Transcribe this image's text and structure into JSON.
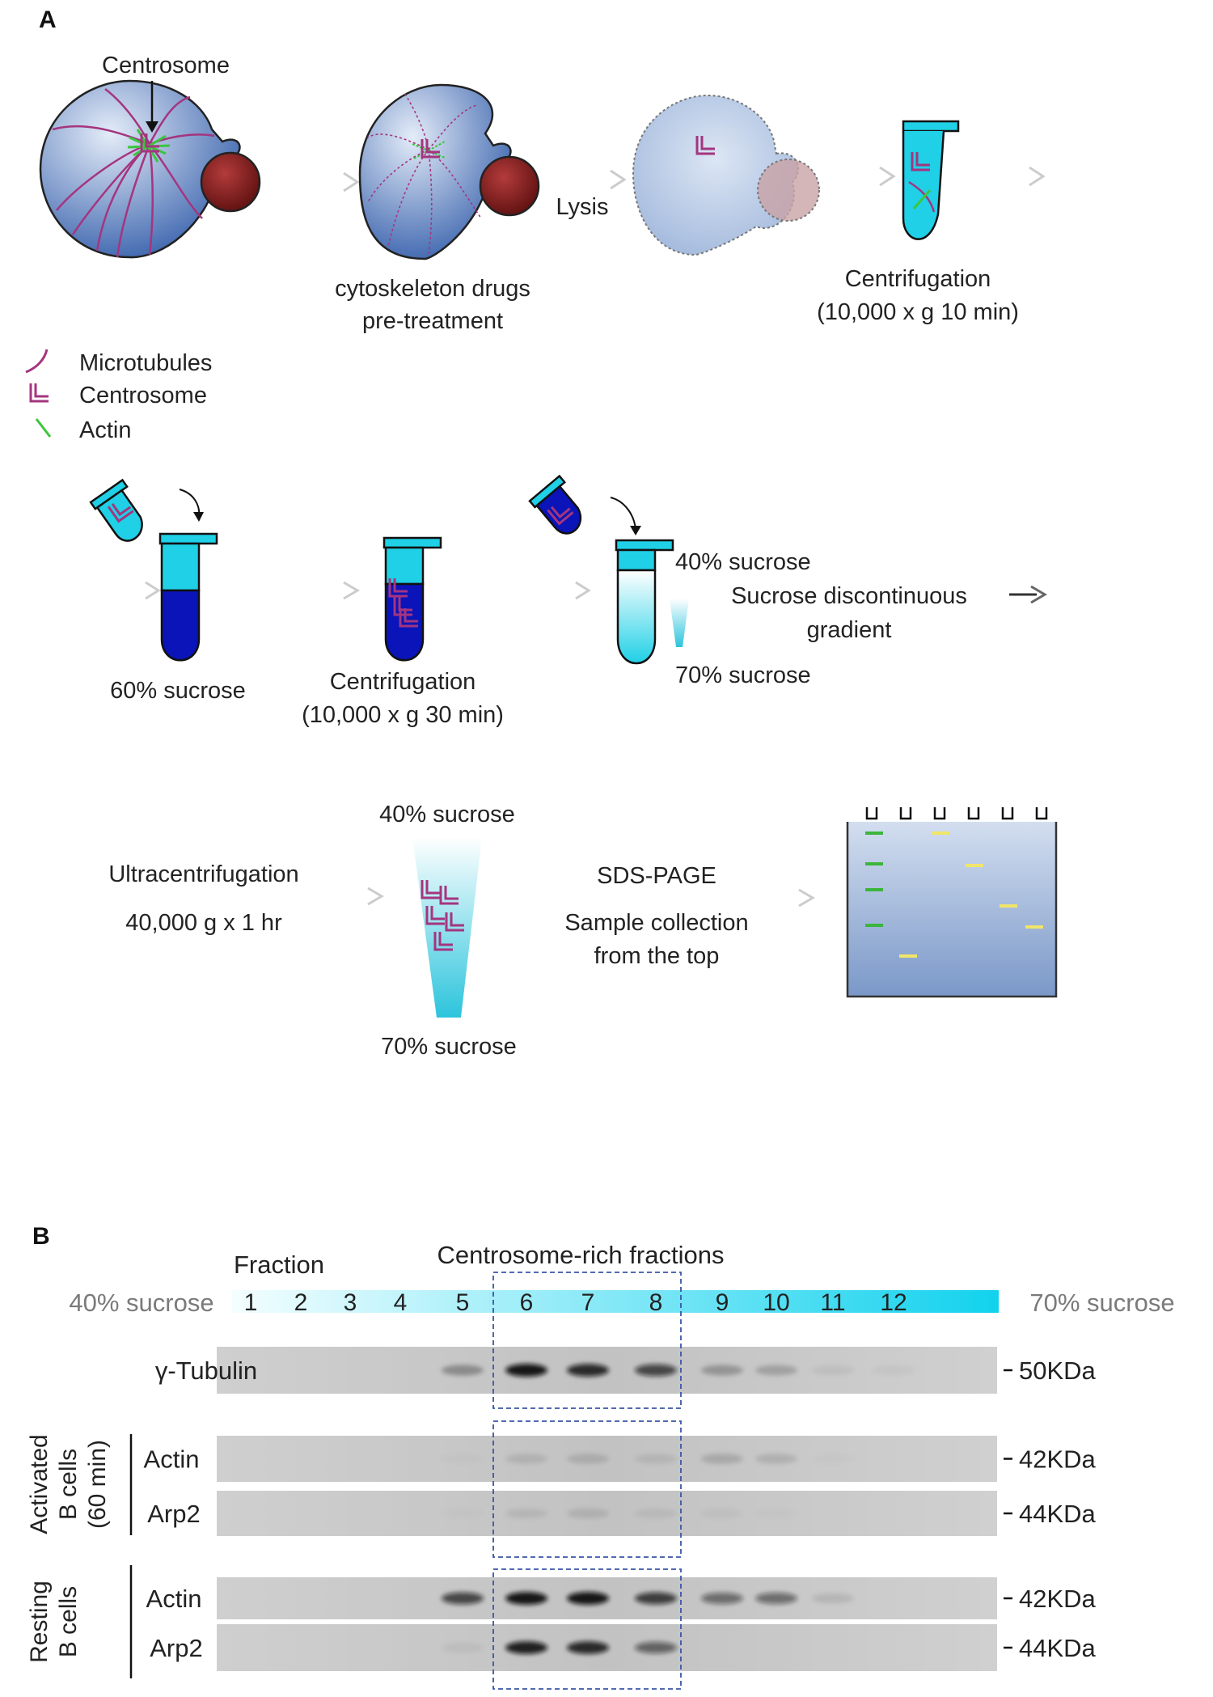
{
  "panel_a": {
    "label": "A",
    "centrosome_callout": "Centrosome",
    "lysis": "Lysis",
    "drugs_line1": "cytoskeleton drugs",
    "drugs_line2": "pre-treatment",
    "centrifugation1_line1": "Centrifugation",
    "centrifugation1_line2": "(10,000 x g 10 min)",
    "legend": {
      "microtubules": "Microtubules",
      "centrosome": "Centrosome",
      "actin": "Actin"
    },
    "sucrose60": "60% sucrose",
    "centrifugation2_line1": "Centrifugation",
    "centrifugation2_line2": "(10,000 x g 30 min)",
    "gradient_top": "40% sucrose",
    "gradient_mid_line1": "Sucrose discontinuous",
    "gradient_mid_line2": "gradient",
    "gradient_bottom": "70% sucrose",
    "ultra_line1": "Ultracentrifugation",
    "ultra_line2": "40,000 g x 1 hr",
    "cone_top": "40% sucrose",
    "cone_bottom": "70% sucrose",
    "sds_line1": "SDS-PAGE",
    "sds_line2": "Sample collection",
    "sds_line3": "from the top"
  },
  "panel_b": {
    "label": "B",
    "fraction_title": "Fraction",
    "rich_title": "Centrosome-rich fractions",
    "left_sucrose": "40% sucrose",
    "right_sucrose": "70% sucrose",
    "fractions": [
      "1",
      "2",
      "3",
      "4",
      "5",
      "6",
      "7",
      "8",
      "9",
      "10",
      "11",
      "12"
    ],
    "blots": [
      {
        "label": "γ-Tubulin",
        "size": "50KDa",
        "intensity": [
          0,
          0,
          0,
          0,
          0.3,
          0.95,
          0.85,
          0.7,
          0.25,
          0.2,
          0.06,
          0.04
        ]
      },
      {
        "label": "Actin",
        "size": "42KDa",
        "intensity": [
          0,
          0,
          0,
          0,
          0.02,
          0.1,
          0.12,
          0.08,
          0.15,
          0.12,
          0.02,
          0
        ]
      },
      {
        "label": "Arp2",
        "size": "44KDa",
        "intensity": [
          0,
          0,
          0,
          0,
          0.02,
          0.08,
          0.1,
          0.06,
          0.04,
          0.02,
          0,
          0
        ]
      },
      {
        "label": "Actin",
        "size": "42KDa",
        "intensity": [
          0,
          0,
          0,
          0,
          0.7,
          0.95,
          0.95,
          0.75,
          0.5,
          0.5,
          0.1,
          0
        ]
      },
      {
        "label": "Arp2",
        "size": "44KDa",
        "intensity": [
          0,
          0,
          0,
          0,
          0.05,
          0.9,
          0.85,
          0.55,
          0,
          0,
          0,
          0
        ]
      }
    ],
    "activated_group": [
      "Activated",
      "B cells",
      "(60 min)"
    ],
    "resting_group": [
      "Resting",
      "B cells"
    ]
  },
  "colors": {
    "cyan": "#1fd0e6",
    "dark_blue": "#0a14b8",
    "magenta": "#a4357f",
    "green": "#3cc63c",
    "yellow": "#f0e56a",
    "nucleus": "#8b1f1f",
    "dashed_box": "#3a55a8"
  }
}
